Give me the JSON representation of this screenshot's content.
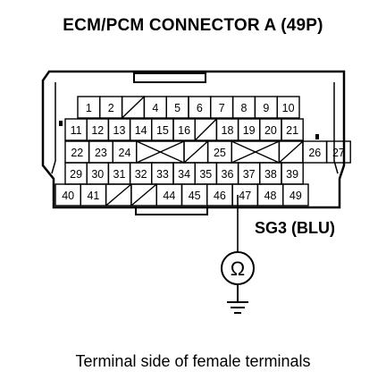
{
  "title": "ECM/PCM CONNECTOR A (49P)",
  "wire_label": "SG3 (BLU)",
  "caption": "Terminal side of female terminals",
  "meter_symbol": "Ω",
  "rows": [
    [
      "1",
      "2",
      "",
      "4",
      "5",
      "6",
      "7",
      "8",
      "9",
      "10"
    ],
    [
      "11",
      "12",
      "13",
      "14",
      "15",
      "16",
      "",
      "18",
      "19",
      "20",
      "21"
    ],
    [
      "22",
      "23",
      "24",
      "",
      "",
      "25",
      "",
      "",
      "26",
      "27"
    ],
    [
      "29",
      "30",
      "31",
      "32",
      "33",
      "34",
      "35",
      "36",
      "37",
      "38",
      "39"
    ],
    [
      "40",
      "41",
      "",
      "",
      "44",
      "45",
      "46",
      "47",
      "48",
      "49"
    ]
  ]
}
